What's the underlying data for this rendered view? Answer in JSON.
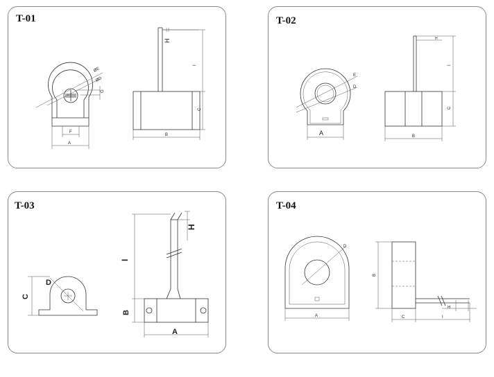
{
  "panels": [
    {
      "id": "T-01",
      "title": "T-01",
      "labels": {
        "a": "A",
        "f": "F",
        "b": "B",
        "c": "C",
        "h": "H",
        "i": "I",
        "e": "ØE",
        "d": "ØD",
        "g": "G"
      }
    },
    {
      "id": "T-02",
      "title": "T-02",
      "labels": {
        "a": "A",
        "b": "B",
        "c": "C",
        "d": "D",
        "e": "E",
        "i": "I",
        "h": "H"
      }
    },
    {
      "id": "T-03",
      "title": "T-03",
      "labels": {
        "a": "A",
        "b": "B",
        "c": "C",
        "d": "D",
        "h": "H",
        "i": "I"
      }
    },
    {
      "id": "T-04",
      "title": "T-04",
      "labels": {
        "a": "A",
        "b": "B",
        "c": "C",
        "d": "D",
        "i": "I",
        "h": "H"
      }
    }
  ]
}
